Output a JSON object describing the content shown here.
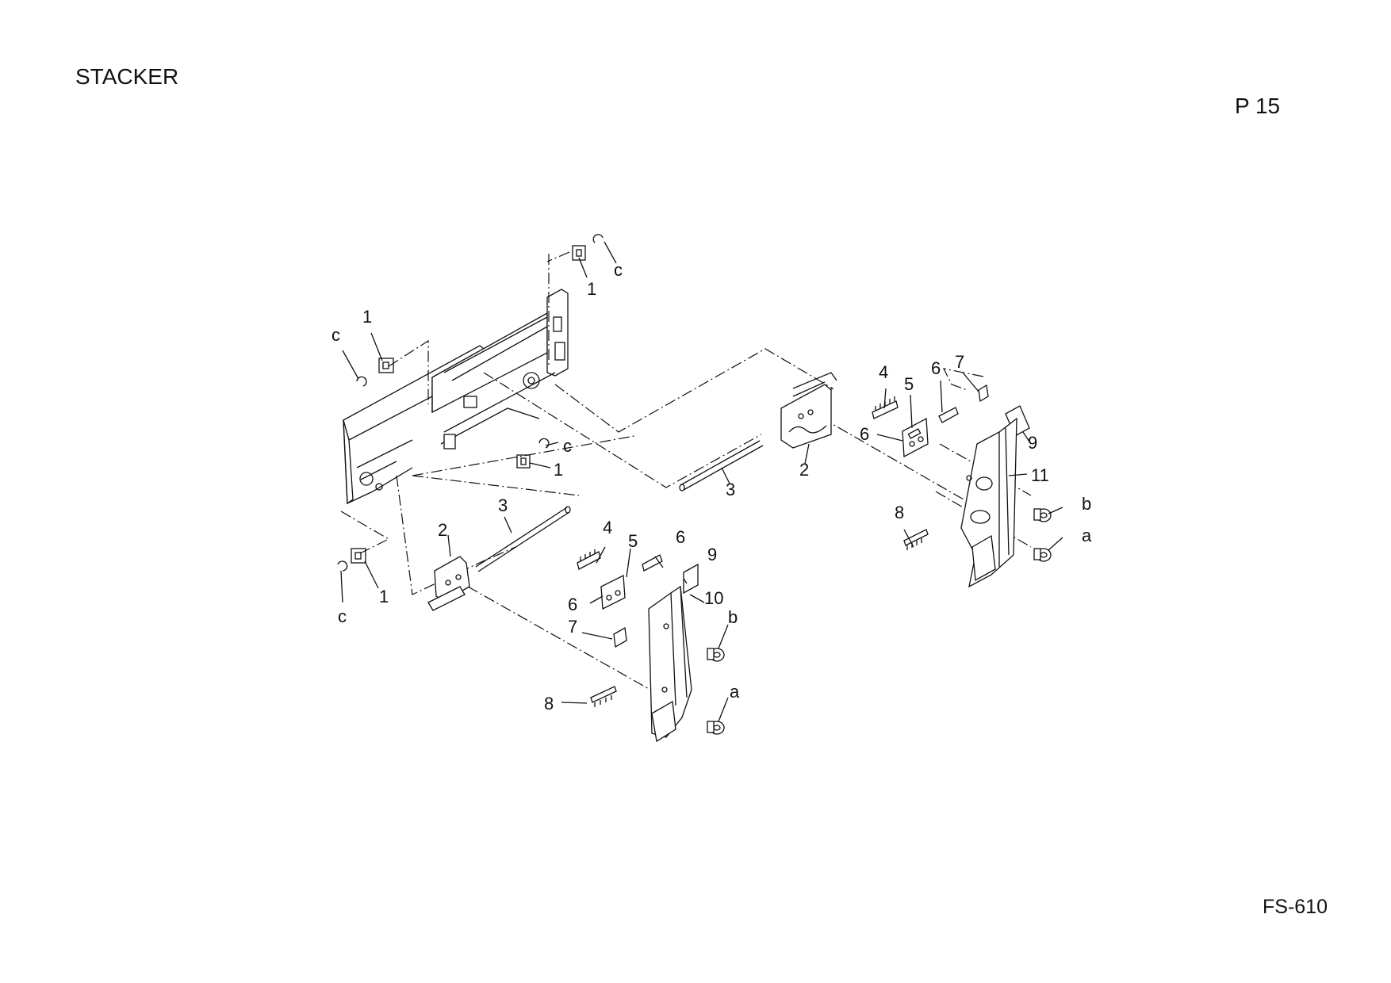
{
  "header": {
    "title": "STACKER",
    "page": "P 15"
  },
  "footer": {
    "model": "FS-610"
  },
  "callouts": {
    "c1": "1",
    "c2": "1",
    "c3": "1",
    "c4": "1",
    "c5": "c",
    "c6": "c",
    "c7": "c",
    "c8": "c",
    "c9": "2",
    "c10": "3",
    "c11": "4",
    "c12": "5",
    "c13": "6",
    "c14": "6",
    "c15": "7",
    "c16": "9",
    "c17": "10",
    "c18": "b",
    "c19": "a",
    "c20": "8",
    "c21": "2",
    "c22": "3",
    "c23": "4",
    "c24": "5",
    "c25": "6",
    "c26": "6",
    "c27": "7",
    "c28": "9",
    "c29": "11",
    "c30": "b",
    "c31": "a",
    "c32": "8"
  }
}
